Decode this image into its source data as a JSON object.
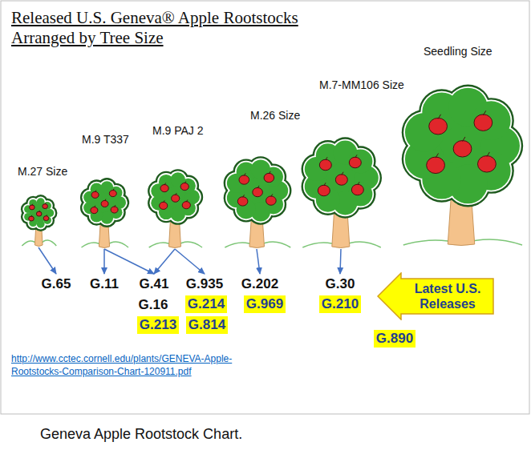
{
  "diagram": {
    "title": "Released U.S. Geneva® Apple Rootstocks Arranged by Tree Size",
    "caption": "Geneva Apple Rootstock Chart.",
    "nodes": [
      {
        "text": [
          "M.27 Size"
        ]
      },
      {
        "text": [
          "M.9 T337"
        ]
      },
      {
        "text": [
          "M.9 PAJ 2"
        ]
      },
      {
        "text": [
          "M.26 Size"
        ]
      },
      {
        "text": [
          "M.7-MM106 Size"
        ]
      },
      {
        "text": [
          "Seedling Size"
        ]
      },
      {
        "text": [
          "G.65"
        ]
      },
      {
        "text": [
          "G.11"
        ]
      },
      {
        "text": [
          "G.41"
        ]
      },
      {
        "text": [
          "G.935"
        ]
      },
      {
        "text": [
          "G.202"
        ]
      },
      {
        "text": [
          "G.30"
        ]
      },
      {
        "text": [
          "G.214"
        ]
      },
      {
        "text": [
          "G.969"
        ]
      },
      {
        "text": [
          "G.210"
        ]
      },
      {
        "text": [
          "G.213"
        ]
      },
      {
        "text": [
          "G.814"
        ]
      },
      {
        "text": [
          "G.890"
        ]
      },
      {
        "text": [
          "Latest U.S. Releases"
        ]
      }
    ],
    "edges": [
      {
        "from": 0,
        "to": 6,
        "arrow": "to"
      },
      {
        "from": 1,
        "to": 7,
        "arrow": "to"
      },
      {
        "from": 1,
        "to": 8,
        "arrow": "to"
      },
      {
        "from": 2,
        "to": 8,
        "arrow": "to"
      },
      {
        "from": 2,
        "to": 9,
        "arrow": "to"
      },
      {
        "from": 3,
        "to": 10,
        "arrow": "to"
      },
      {
        "from": 4,
        "to": 11,
        "arrow": "to"
      }
    ],
    "labels": [
      "G.16",
      "http://www.cctec.cornell.edu/plants/GENEVA-Apple- Rootstocks-Comparison-Chart-120911.pdf"
    ]
  }
}
